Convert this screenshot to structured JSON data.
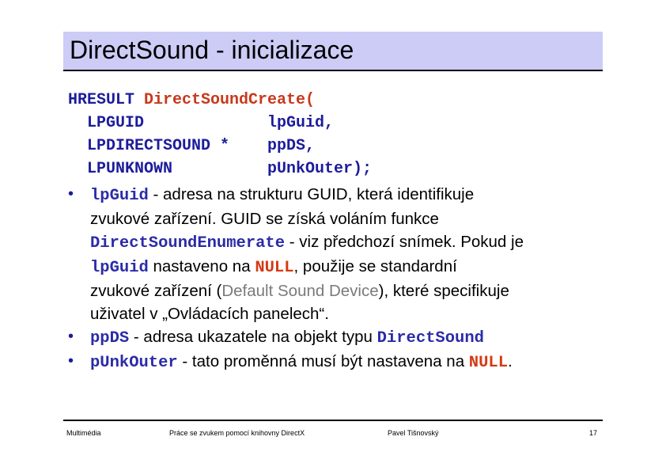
{
  "title": "DirectSound - inicializace",
  "code": {
    "line1_type": "HRESULT ",
    "line1_fn": "DirectSoundCreate(",
    "line2": "  LPGUID             lpGuid,",
    "line3": "  LPDIRECTSOUND *    ppDS,",
    "line4": "  LPUNKNOWN          pUnkOuter);"
  },
  "bullets": {
    "b1": {
      "l1_code": "lpGuid",
      "l1_text": " - adresa na strukturu GUID, která identifikuje",
      "l2_text": "zvukové zařízení. GUID se získá voláním funkce",
      "l3_code": "DirectSoundEnumerate",
      "l3_text": " - viz předchozí snímek. Pokud je",
      "l4_code": "lpGuid",
      "l4_text": "  nastaveno na ",
      "l4_null": "NULL",
      "l4_text2": ", použije se standardní",
      "l5_text": "zvukové zařízení (",
      "l5_grey": "Default Sound Device",
      "l5_text2": "), které specifikuje",
      "l6_text": "uživatel v „Ovládacích panelech“."
    },
    "b2": {
      "code": "ppDS",
      "text": " - adresa ukazatele na objekt typu ",
      "code2": "DirectSound"
    },
    "b3": {
      "code": "pUnkOuter",
      "text": " - tato proměnná musí být nastavena na ",
      "null": "NULL",
      "end": "."
    }
  },
  "footer": {
    "left": "Multimédia",
    "center": "Práce se zvukem pomocí knihovny DirectX",
    "author": "Pavel Tišnovský",
    "page": "17"
  },
  "colors": {
    "title_bg": "#ccccf6",
    "code_blue": "#1c1c9c",
    "code_red": "#c8391c",
    "null_red": "#d43a14"
  }
}
